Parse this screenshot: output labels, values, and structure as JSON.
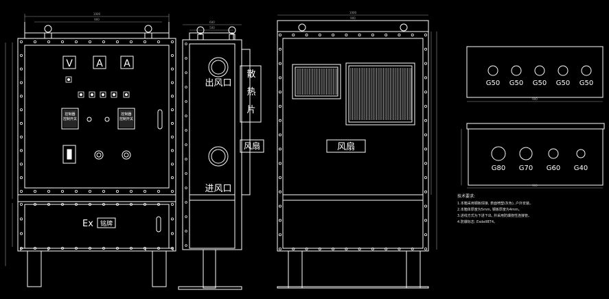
{
  "colors": {
    "background": "#000000",
    "line": "#ffffff",
    "dim": "#aaaaaa",
    "accent_blue": "#2a4cff",
    "note_text": "#e6e6e6"
  },
  "front_view": {
    "top_dim": "1000",
    "inner_dim": "900",
    "meters": [
      "V",
      "A",
      "A"
    ],
    "switch_labels": [
      "控制器\n控制开关",
      "控制器\n控制开关"
    ],
    "ex_label": "Ex",
    "nameplate_label": "铭牌"
  },
  "side_view": {
    "top_dim": "600",
    "inner_dim": "500",
    "outlet_label": "出风口",
    "inlet_label": "进风口",
    "heatsink_label": "散热片",
    "fan_label": "风扇"
  },
  "rear_view": {
    "top_dim": "1000",
    "inner_dim": "900",
    "fan_label": "风扇"
  },
  "gland_top": {
    "labels": [
      "G50",
      "G50",
      "G50",
      "G50",
      "G50"
    ],
    "bottom_dim": "900"
  },
  "gland_bottom": {
    "labels": [
      "G80",
      "G70",
      "G60",
      "G40"
    ],
    "bottom_dim": "900"
  },
  "tech_notes": {
    "title": "技术要求:",
    "lines": [
      "1.本箱采用钢板焊接, 表面喷塑(灰色), 户外安装。",
      "2.本箱体厚度为5mm, 钢板厚度为4mm。",
      "3.进线方式为下进下出, 并采用防爆挠性连接管。",
      "4.防爆标志: ExdeIIBT4。"
    ]
  }
}
